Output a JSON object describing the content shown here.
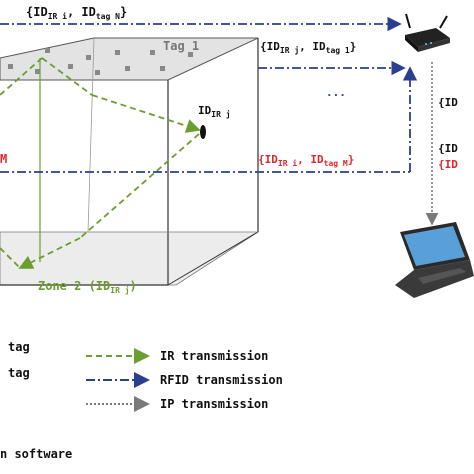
{
  "labels": {
    "top_id": [
      "{ID",
      "IR i",
      ",  ID",
      "tag N",
      "}"
    ],
    "tag_1": "Tag 1",
    "top_right_id": [
      "{ID",
      "IR j",
      ",  ID",
      "tag 1",
      "}"
    ],
    "ellipsis": "...",
    "id_ir_j": [
      "ID",
      "IR j"
    ],
    "left_m": "M",
    "red_id": [
      "{ID",
      "IR i",
      ",  ID",
      "tag M",
      "}"
    ],
    "right_black_1": "{ID",
    "right_black_2": "{ID",
    "right_red": "{ID",
    "zone_2": [
      "Zone 2 (ID",
      "IR j",
      ")"
    ]
  },
  "legend": {
    "left_1": "tag",
    "left_2": "tag",
    "left_3": "n software",
    "items": [
      {
        "label": "IR transmission",
        "style": "green-dashed"
      },
      {
        "label": "RFID transmission",
        "style": "blue-dashdot"
      },
      {
        "label": "IP transmission",
        "style": "gray-dotted"
      }
    ]
  },
  "colors": {
    "ir": "#6a9e2e",
    "rfid": "#2b3f8f",
    "red": "#e0262a",
    "ip": "#7a7a7a",
    "box": "#444444",
    "floor": "#e5e5e5"
  }
}
